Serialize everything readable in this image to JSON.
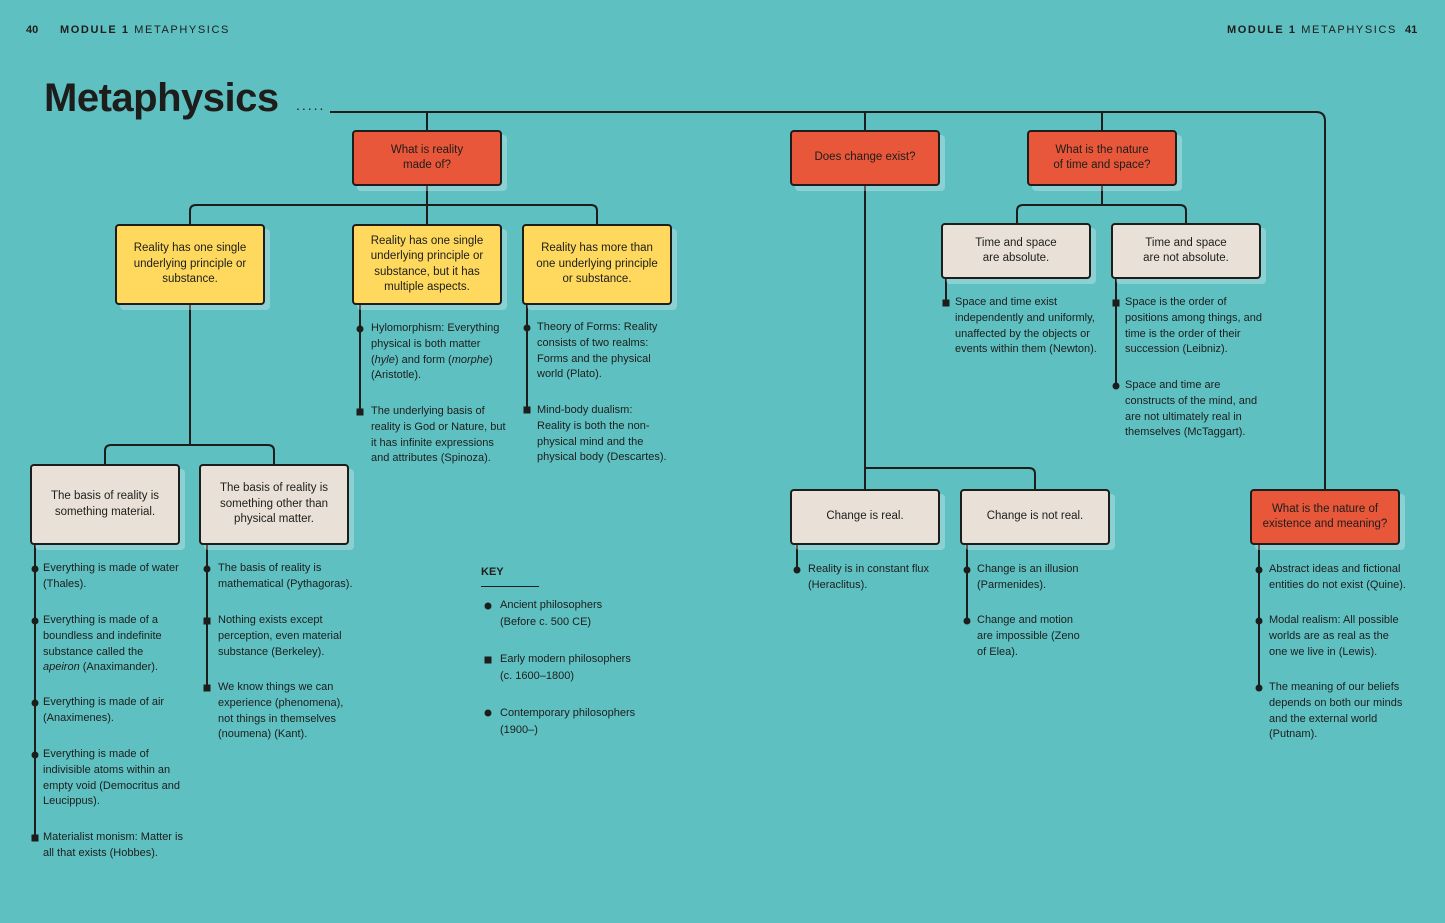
{
  "header": {
    "left_page": "40",
    "right_page": "41",
    "module_label": "MODULE 1",
    "module_name": "METAPHYSICS"
  },
  "title": "Metaphysics",
  "title_dots": ".....",
  "questions": {
    "reality": "What is reality made of?",
    "change": "Does change exist?",
    "time_space": "What is the nature of time and space?",
    "existence": "What is the nature of existence and meaning?"
  },
  "boxes": {
    "single_principle": "Reality has one single underlying principle or substance.",
    "single_multiple_aspects": "Reality has one single underlying principle or substance, but it has multiple aspects.",
    "more_than_one": "Reality has more than one underlying principle or substance.",
    "material": "The basis of reality is something material.",
    "other_than_physical": "The basis of reality is something other than physical matter.",
    "ts_absolute": "Time and space are absolute.",
    "ts_not_absolute": "Time and space are not absolute.",
    "change_real": "Change is real.",
    "change_not_real": "Change is not real."
  },
  "notes": {
    "aspects": [
      {
        "pre": "Hylomorphism: Everything physical is both matter (",
        "it1": "hyle",
        "mid": ") and form (",
        "it2": "morphe",
        "post": ") (Aristotle)."
      },
      "The underlying basis of reality is God or Nature, but it has infinite expressions and attributes (Spinoza)."
    ],
    "more": [
      "Theory of Forms: Reality consists of two realms: Forms and the physical world (Plato).",
      "Mind-body dualism: Reality is both the non-physical mind and the physical body (Descartes)."
    ],
    "material": [
      "Everything is made of water (Thales).",
      {
        "pre": "Everything is made of a boundless and indefinite substance called the ",
        "it1": "apeiron",
        "post": " (Anaximander)."
      },
      "Everything is made of air (Anaximenes).",
      "Everything is made of indivisible atoms within an empty void (Democritus and Leucippus).",
      "Materialist monism: Matter is all that exists (Hobbes)."
    ],
    "other": [
      "The basis of reality is mathematical (Pythagoras).",
      "Nothing exists except perception, even material substance (Berkeley).",
      "We know things we can experience (phenomena), not things in themselves (noumena) (Kant)."
    ],
    "absolute": [
      "Space and time exist independently and uniformly, unaffected by the objects or events within them (Newton)."
    ],
    "not_absolute": [
      "Space is the order of positions among things, and time is the order of their succession (Leibniz).",
      "Space and time are constructs of the mind, and are not ultimately real in themselves (McTaggart)."
    ],
    "change_real": [
      "Reality is in constant flux (Heraclitus)."
    ],
    "change_not_real": [
      "Change is an illusion (Parmenides).",
      "Change and motion are impossible (Zeno of Elea)."
    ],
    "existence": [
      "Abstract ideas and fictional entities do not exist (Quine).",
      "Modal realism: All possible worlds are as real as the one we live in (Lewis).",
      "The meaning of our beliefs depends on both our minds and the external world (Putnam)."
    ]
  },
  "key": {
    "title": "KEY",
    "items": [
      {
        "label": "Ancient philosophers",
        "sub": "(Before c. 500 CE)"
      },
      {
        "label": "Early modern philosophers",
        "sub": "(c. 1600–1800)"
      },
      {
        "label": "Contemporary philosophers",
        "sub": "(1900–)"
      }
    ]
  },
  "colors": {
    "background": "#5fc0c2",
    "question": "#e8573a",
    "principle": "#fed95d",
    "answer": "#e9e1d7",
    "ink": "#1d1d1b"
  }
}
